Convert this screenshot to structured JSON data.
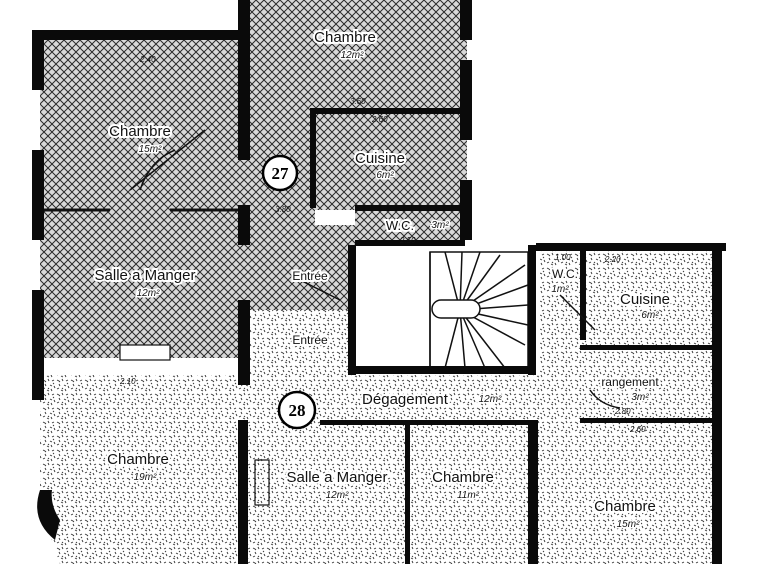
{
  "plan": {
    "units": [
      {
        "id": "unit-27",
        "number": "27"
      },
      {
        "id": "unit-28",
        "number": "28"
      }
    ],
    "rooms": {
      "u27_chambre_top": {
        "label": "Chambre",
        "area": "12m²"
      },
      "u27_chambre_left": {
        "label": "Chambre",
        "area": "15m²"
      },
      "u27_cuisine": {
        "label": "Cuisine",
        "area": "6m²"
      },
      "u27_wc": {
        "label": "W.C.",
        "area": "3m²"
      },
      "u27_salle": {
        "label": "Salle a Manger",
        "area": "12m²"
      },
      "u27_entree": {
        "label": "Entrée",
        "area": ""
      },
      "u28_entree": {
        "label": "Entrée",
        "area": ""
      },
      "u28_degagement": {
        "label": "Dégagement",
        "area": "12m²"
      },
      "u28_wc": {
        "label": "W.C.",
        "area": "1m²"
      },
      "u28_cuisine": {
        "label": "Cuisine",
        "area": "6m²"
      },
      "u28_rangement": {
        "label": "rangement",
        "area": "3m²"
      },
      "u28_chambre_left": {
        "label": "Chambre",
        "area": "19m²"
      },
      "u28_salle": {
        "label": "Salle a Manger",
        "area": "12m²"
      },
      "u28_chambre_mid": {
        "label": "Chambre",
        "area": "11m²"
      },
      "u28_chambre_right": {
        "label": "Chambre",
        "area": "15m²"
      }
    },
    "dimensions": [
      "2.40",
      "2.60",
      "3.60",
      "2.50",
      "3.80",
      "2.20",
      "1.00",
      "2.10",
      "2.80",
      "2.60"
    ]
  }
}
